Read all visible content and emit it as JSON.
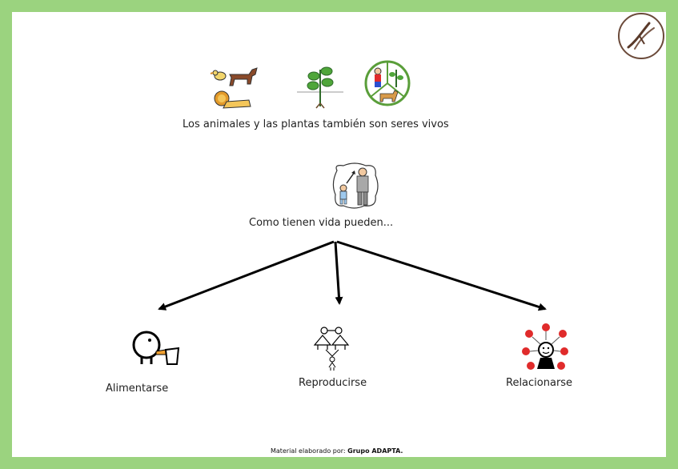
{
  "colors": {
    "frame": "#9bd37f",
    "paper": "#ffffff",
    "arrow": "#000000",
    "logo_ring": "#6b4a3a",
    "red": "#e02b2b",
    "green": "#5a9e3a"
  },
  "top": {
    "caption": "Los animales y las plantas también son seres vivos",
    "icons": [
      "animals-icon",
      "plant-icon",
      "living-beings-icon"
    ]
  },
  "middle": {
    "caption": "Como tienen  vida pueden...",
    "icon": "growth-icon"
  },
  "branches": [
    {
      "label": "Alimentarse",
      "icon": "eating-icon"
    },
    {
      "label": "Reproducirse",
      "icon": "reproduction-icon"
    },
    {
      "label": "Relacionarse",
      "icon": "social-icon"
    }
  ],
  "footer": {
    "prefix": "Material elaborado por: ",
    "author": "Grupo ADAPTA."
  },
  "logo": {
    "icon": "adapta-logo-icon"
  }
}
